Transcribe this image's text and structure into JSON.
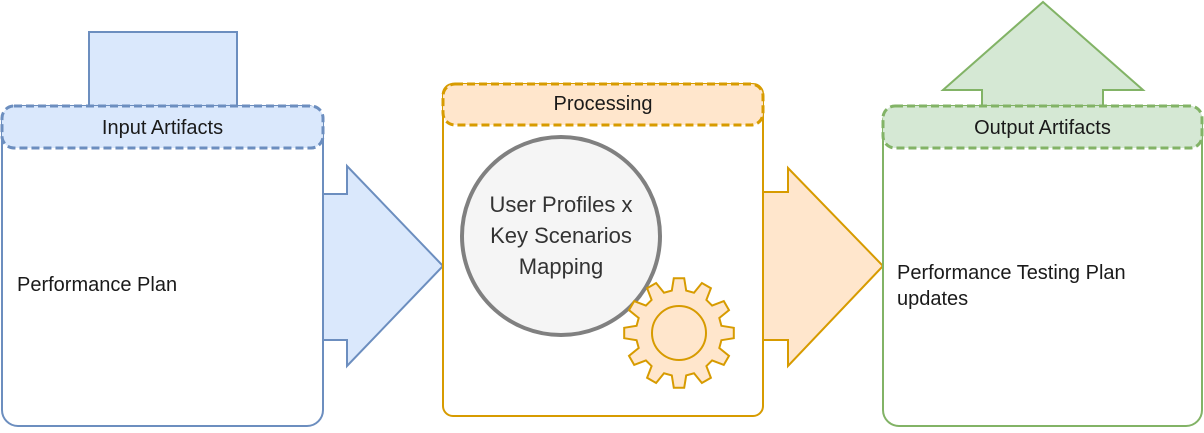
{
  "input": {
    "header": "Input Artifacts",
    "body": "Performance Plan",
    "fill": "#dae8fc",
    "stroke": "#6c8ebf"
  },
  "processing": {
    "header": "Processing",
    "circle_text": "User Profiles x Key Scenarios Mapping",
    "fill": "#ffe6cc",
    "stroke": "#d79b00",
    "gear_icon": "gear-icon"
  },
  "output": {
    "header": "Output Artifacts",
    "body": "Performance Testing Plan updates",
    "fill": "#d5e8d4",
    "stroke": "#82b366"
  }
}
